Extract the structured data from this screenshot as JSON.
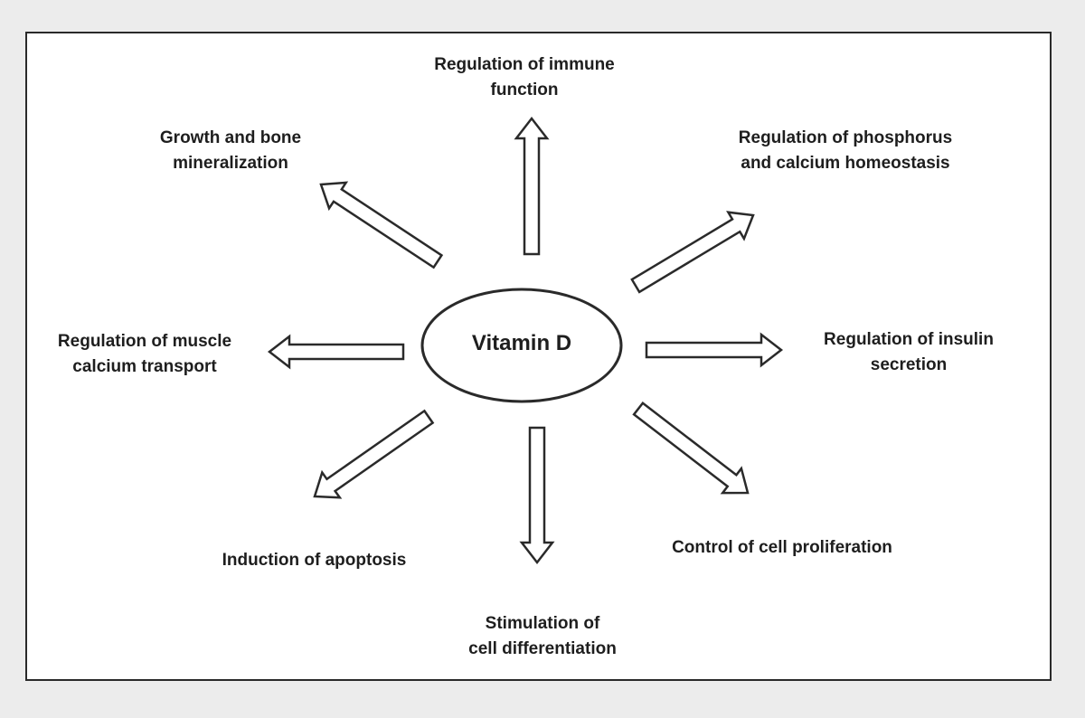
{
  "center": {
    "label": "Vitamin D"
  },
  "functions": [
    {
      "id": "immune",
      "lines": [
        "Regulation of immune",
        "function"
      ]
    },
    {
      "id": "phosphorus",
      "lines": [
        "Regulation of phosphorus",
        "and calcium homeostasis"
      ]
    },
    {
      "id": "insulin",
      "lines": [
        "Regulation of insulin",
        "secretion"
      ]
    },
    {
      "id": "proliferation",
      "lines": [
        "Control of cell proliferation"
      ]
    },
    {
      "id": "differentiation",
      "lines": [
        "Stimulation of",
        "cell differentiation"
      ]
    },
    {
      "id": "apoptosis",
      "lines": [
        "Induction of apoptosis"
      ]
    },
    {
      "id": "muscle",
      "lines": [
        "Regulation of muscle",
        "calcium transport"
      ]
    },
    {
      "id": "bone",
      "lines": [
        "Growth and bone",
        "mineralization"
      ]
    }
  ],
  "colors": {
    "stroke": "#2a2a2a",
    "fill": "#ffffff",
    "text": "#1e1e1e",
    "background": "#ececec"
  }
}
